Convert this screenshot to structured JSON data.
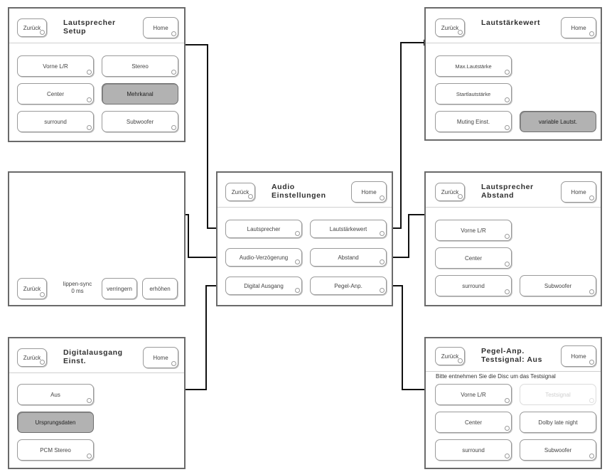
{
  "center": {
    "title": [
      "Audio",
      "Einstellungen"
    ],
    "back": "Zurück",
    "home": "Home",
    "buttons": [
      "Lautsprecher",
      "Lautstärkewert",
      "Audio-Verzögerung",
      "Abstand",
      "Digital Ausgang",
      "Pegel-Anp."
    ]
  },
  "speaker_setup": {
    "title": [
      "Lautsprecher",
      "Setup"
    ],
    "back": "Zurück",
    "home": "Home",
    "buttons": [
      "Vorne L/R",
      "Stereo",
      "Center",
      "Mehrkanal",
      "surround",
      "Subwoofer"
    ]
  },
  "volume": {
    "title": [
      "Lautstärkewert"
    ],
    "back": "Zurück",
    "home": "Home",
    "buttons": [
      "Max.Lautstärke",
      "Startlautstärke",
      "Muting Einst.",
      "variable Lautst."
    ]
  },
  "delay": {
    "back": "Zurück",
    "value_label": "lippen-sync",
    "value": "0 ms",
    "decrease": "verringern",
    "increase": "erhöhen"
  },
  "distance": {
    "title": [
      "Lautsprecher",
      "Abstand"
    ],
    "back": "Zurück",
    "home": "Home",
    "buttons": [
      "Vorne L/R",
      "Center",
      "surround",
      "Subwoofer"
    ]
  },
  "digital": {
    "title": [
      "Digitalausgang",
      "Einst."
    ],
    "back": "Zurück",
    "home": "Home",
    "buttons": [
      "Aus",
      "Ursprungsdaten",
      "PCM Stereo"
    ]
  },
  "level": {
    "title": [
      "Pegel-Anp.",
      "Testsignal:  Aus"
    ],
    "back": "Zurück",
    "home": "Home",
    "note": "Bitte entnehmen Sie die Disc um das Testsignal",
    "buttons": [
      "Vorne L/R",
      "Testsignal",
      "Center",
      "Dolby late night",
      "surround",
      "Subwoofer"
    ]
  }
}
